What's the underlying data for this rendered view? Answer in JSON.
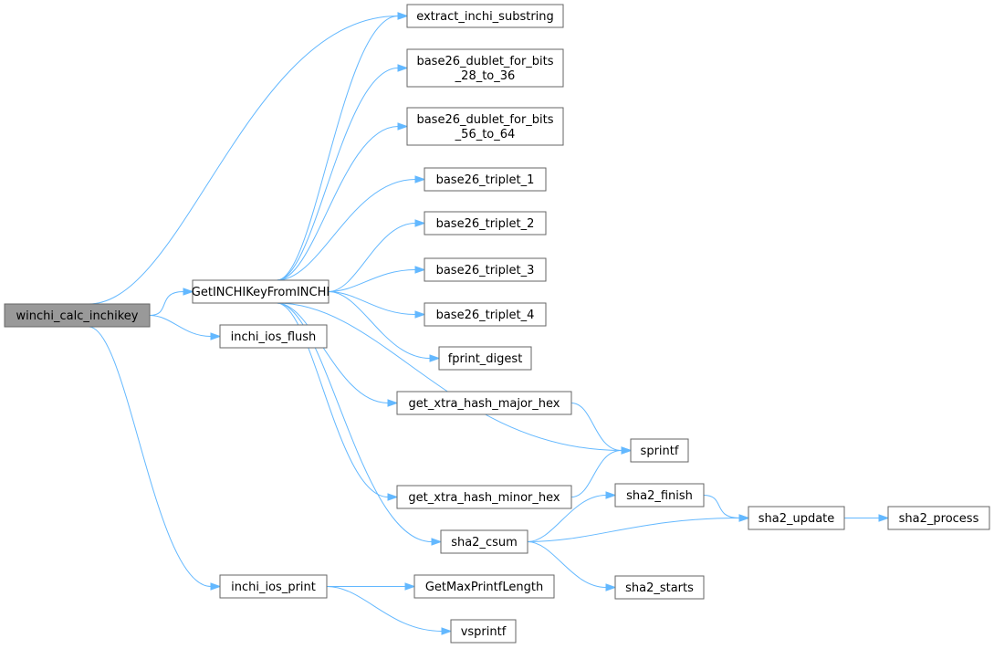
{
  "colors": {
    "edge": "#63b8ff",
    "node_border": "#666666",
    "root_fill": "#999999",
    "node_fill": "#ffffff"
  },
  "nodes": [
    {
      "id": "winchi_calc_inchikey",
      "label": [
        "winchi_calc_inchikey"
      ],
      "root": true
    },
    {
      "id": "GetINCHIKeyFromINCHI",
      "label": [
        "GetINCHIKeyFromINCHI"
      ]
    },
    {
      "id": "inchi_ios_flush",
      "label": [
        "inchi_ios_flush"
      ]
    },
    {
      "id": "inchi_ios_print",
      "label": [
        "inchi_ios_print"
      ]
    },
    {
      "id": "extract_inchi_substring",
      "label": [
        "extract_inchi_substring"
      ]
    },
    {
      "id": "base26_dublet_28_36",
      "label": [
        "base26_dublet_for_bits",
        "_28_to_36"
      ]
    },
    {
      "id": "base26_dublet_56_64",
      "label": [
        "base26_dublet_for_bits",
        "_56_to_64"
      ]
    },
    {
      "id": "base26_triplet_1",
      "label": [
        "base26_triplet_1"
      ]
    },
    {
      "id": "base26_triplet_2",
      "label": [
        "base26_triplet_2"
      ]
    },
    {
      "id": "base26_triplet_3",
      "label": [
        "base26_triplet_3"
      ]
    },
    {
      "id": "base26_triplet_4",
      "label": [
        "base26_triplet_4"
      ]
    },
    {
      "id": "fprint_digest",
      "label": [
        "fprint_digest"
      ]
    },
    {
      "id": "get_xtra_hash_major_hex",
      "label": [
        "get_xtra_hash_major_hex"
      ]
    },
    {
      "id": "get_xtra_hash_minor_hex",
      "label": [
        "get_xtra_hash_minor_hex"
      ]
    },
    {
      "id": "sha2_csum",
      "label": [
        "sha2_csum"
      ]
    },
    {
      "id": "sprintf",
      "label": [
        "sprintf"
      ]
    },
    {
      "id": "sha2_finish",
      "label": [
        "sha2_finish"
      ]
    },
    {
      "id": "sha2_update",
      "label": [
        "sha2_update"
      ]
    },
    {
      "id": "sha2_process",
      "label": [
        "sha2_process"
      ]
    },
    {
      "id": "sha2_starts",
      "label": [
        "sha2_starts"
      ]
    },
    {
      "id": "GetMaxPrintfLength",
      "label": [
        "GetMaxPrintfLength"
      ]
    },
    {
      "id": "vsprintf",
      "label": [
        "vsprintf"
      ]
    }
  ],
  "edges": [
    {
      "from": "winchi_calc_inchikey",
      "to": "extract_inchi_substring"
    },
    {
      "from": "winchi_calc_inchikey",
      "to": "GetINCHIKeyFromINCHI"
    },
    {
      "from": "winchi_calc_inchikey",
      "to": "inchi_ios_flush"
    },
    {
      "from": "winchi_calc_inchikey",
      "to": "inchi_ios_print"
    },
    {
      "from": "GetINCHIKeyFromINCHI",
      "to": "extract_inchi_substring"
    },
    {
      "from": "GetINCHIKeyFromINCHI",
      "to": "base26_dublet_28_36"
    },
    {
      "from": "GetINCHIKeyFromINCHI",
      "to": "base26_dublet_56_64"
    },
    {
      "from": "GetINCHIKeyFromINCHI",
      "to": "base26_triplet_1"
    },
    {
      "from": "GetINCHIKeyFromINCHI",
      "to": "base26_triplet_2"
    },
    {
      "from": "GetINCHIKeyFromINCHI",
      "to": "base26_triplet_3"
    },
    {
      "from": "GetINCHIKeyFromINCHI",
      "to": "base26_triplet_4"
    },
    {
      "from": "GetINCHIKeyFromINCHI",
      "to": "fprint_digest"
    },
    {
      "from": "GetINCHIKeyFromINCHI",
      "to": "get_xtra_hash_major_hex"
    },
    {
      "from": "GetINCHIKeyFromINCHI",
      "to": "sprintf"
    },
    {
      "from": "GetINCHIKeyFromINCHI",
      "to": "get_xtra_hash_minor_hex"
    },
    {
      "from": "GetINCHIKeyFromINCHI",
      "to": "sha2_csum"
    },
    {
      "from": "get_xtra_hash_major_hex",
      "to": "sprintf"
    },
    {
      "from": "get_xtra_hash_minor_hex",
      "to": "sprintf"
    },
    {
      "from": "sha2_csum",
      "to": "sha2_finish"
    },
    {
      "from": "sha2_csum",
      "to": "sha2_update"
    },
    {
      "from": "sha2_csum",
      "to": "sha2_starts"
    },
    {
      "from": "sha2_finish",
      "to": "sha2_update"
    },
    {
      "from": "sha2_update",
      "to": "sha2_process"
    },
    {
      "from": "inchi_ios_print",
      "to": "GetMaxPrintfLength"
    },
    {
      "from": "inchi_ios_print",
      "to": "vsprintf"
    }
  ]
}
